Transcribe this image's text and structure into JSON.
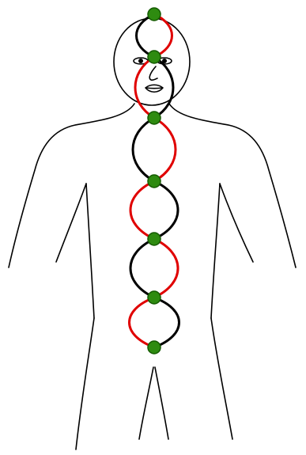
{
  "colors": {
    "background": "#ffffff",
    "outline": "#000000",
    "strand_a": "#000000",
    "strand_b": "#e00000",
    "node_fill": "#2e8b10",
    "node_stroke": "#145a00"
  },
  "chakra_nodes": [
    {
      "name": "crown-node"
    },
    {
      "name": "third-eye-node"
    },
    {
      "name": "throat-node"
    },
    {
      "name": "heart-node"
    },
    {
      "name": "solar-plexus-node"
    },
    {
      "name": "sacral-node"
    },
    {
      "name": "root-node"
    }
  ],
  "strands": [
    {
      "name": "black-strand"
    },
    {
      "name": "red-strand"
    }
  ]
}
